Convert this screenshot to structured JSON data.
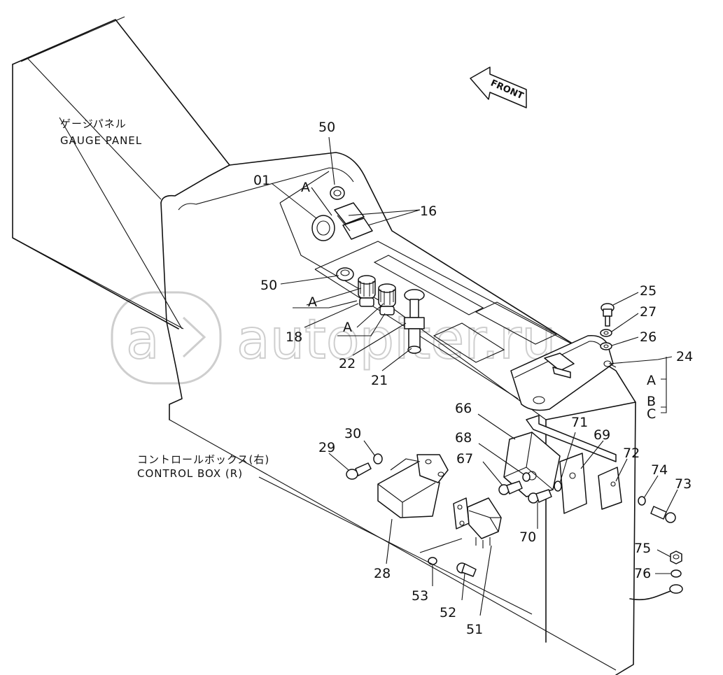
{
  "labels": {
    "gauge_panel_jp": "ゲージパネル",
    "gauge_panel_en": "GAUGE PANEL",
    "control_box_jp": "コントロールボックス(右)",
    "control_box_en": "CONTROL BOX (R)",
    "front": "FRONT"
  },
  "watermark": {
    "logo_letter": "a",
    "text": "autopiter.ru"
  },
  "callouts": [
    {
      "id": "50a",
      "text": "50"
    },
    {
      "id": "01",
      "text": "01"
    },
    {
      "id": "A1",
      "text": "A"
    },
    {
      "id": "16",
      "text": "16"
    },
    {
      "id": "50b",
      "text": "50"
    },
    {
      "id": "A2",
      "text": "A"
    },
    {
      "id": "18",
      "text": "18"
    },
    {
      "id": "A3",
      "text": "A"
    },
    {
      "id": "22",
      "text": "22"
    },
    {
      "id": "21",
      "text": "21"
    },
    {
      "id": "25",
      "text": "25"
    },
    {
      "id": "27",
      "text": "27"
    },
    {
      "id": "26",
      "text": "26"
    },
    {
      "id": "24",
      "text": "24"
    },
    {
      "id": "A4",
      "text": "A"
    },
    {
      "id": "B",
      "text": "B"
    },
    {
      "id": "C",
      "text": "C"
    },
    {
      "id": "66",
      "text": "66"
    },
    {
      "id": "71",
      "text": "71"
    },
    {
      "id": "69",
      "text": "69"
    },
    {
      "id": "72",
      "text": "72"
    },
    {
      "id": "68",
      "text": "68"
    },
    {
      "id": "30",
      "text": "30"
    },
    {
      "id": "29",
      "text": "29"
    },
    {
      "id": "67",
      "text": "67"
    },
    {
      "id": "74",
      "text": "74"
    },
    {
      "id": "73",
      "text": "73"
    },
    {
      "id": "70",
      "text": "70"
    },
    {
      "id": "75",
      "text": "75"
    },
    {
      "id": "76",
      "text": "76"
    },
    {
      "id": "28",
      "text": "28"
    },
    {
      "id": "53",
      "text": "53"
    },
    {
      "id": "52",
      "text": "52"
    },
    {
      "id": "51",
      "text": "51"
    }
  ]
}
